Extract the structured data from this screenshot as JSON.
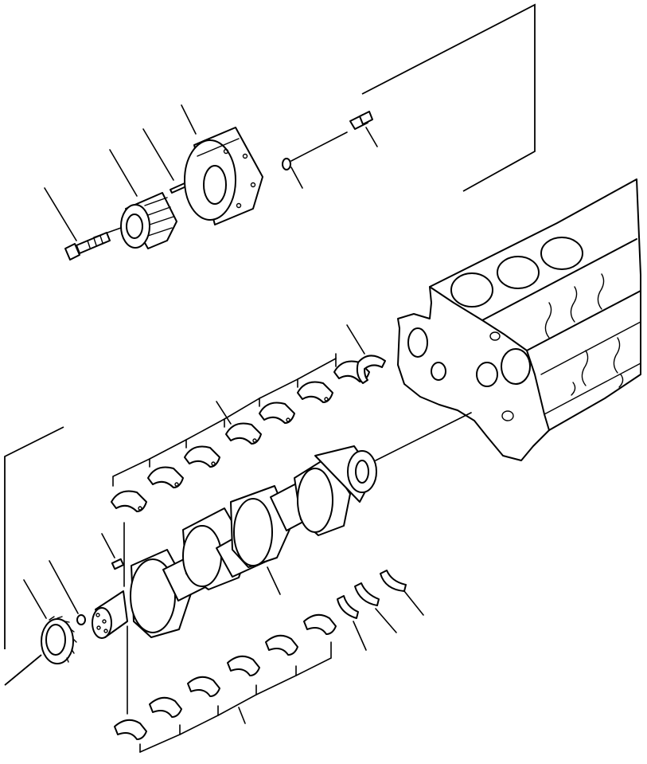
{
  "diagram": {
    "type": "exploded-parts-view",
    "palette": {
      "ink": "#000000",
      "paper": "#ffffff"
    },
    "parts": [
      "crankshaft",
      "cylinder-block",
      "crankshaft-pulley",
      "pulley-bolt",
      "pulley-dowel-pin",
      "vibration-damper",
      "damper-bolt",
      "damper-washer",
      "crankshaft-gear",
      "gear-key",
      "gear-pin",
      "upper-main-bearing",
      "lower-main-bearing",
      "upper-thrust-washer",
      "lower-thrust-washer"
    ]
  }
}
